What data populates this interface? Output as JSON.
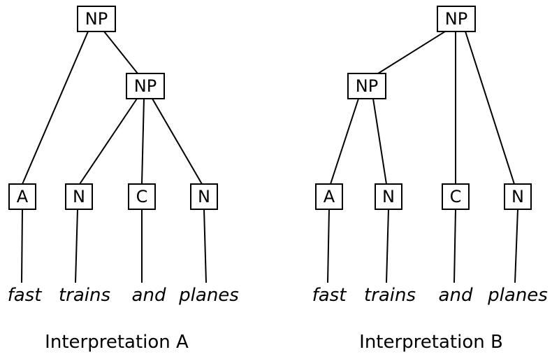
{
  "trees": [
    {
      "caption": "Interpretation A",
      "root_label": "NP",
      "inner_label": "NP",
      "leaves": [
        {
          "pos": "A",
          "word": "fast"
        },
        {
          "pos": "N",
          "word": "trains"
        },
        {
          "pos": "C",
          "word": "and"
        },
        {
          "pos": "N",
          "word": "planes"
        }
      ]
    },
    {
      "caption": "Interpretation B",
      "root_label": "NP",
      "inner_label": "NP",
      "leaves": [
        {
          "pos": "A",
          "word": "fast"
        },
        {
          "pos": "N",
          "word": "trains"
        },
        {
          "pos": "C",
          "word": "and"
        },
        {
          "pos": "N",
          "word": "planes"
        }
      ]
    }
  ],
  "colors": {
    "line": "#000000",
    "background": "#ffffff"
  }
}
